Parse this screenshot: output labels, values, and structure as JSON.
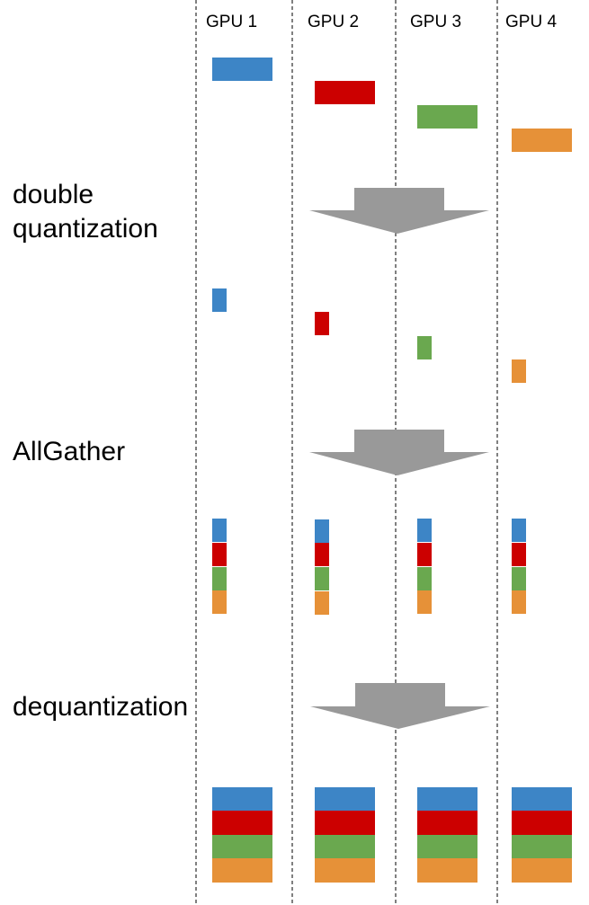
{
  "gpus": [
    {
      "label": "GPU 1"
    },
    {
      "label": "GPU 2"
    },
    {
      "label": "GPU 3"
    },
    {
      "label": "GPU 4"
    }
  ],
  "stages": {
    "double_quantization": {
      "line1": "double",
      "line2": "quantization"
    },
    "allgather": {
      "label": "AllGather"
    },
    "dequantization": {
      "label": "dequantization"
    }
  },
  "colors": {
    "gpu1_block": "#3d85c6",
    "gpu2_block": "#cc0000",
    "gpu3_block": "#6aa84f",
    "gpu4_block": "#e69138",
    "arrow": "#999999",
    "divider": "#000000"
  }
}
